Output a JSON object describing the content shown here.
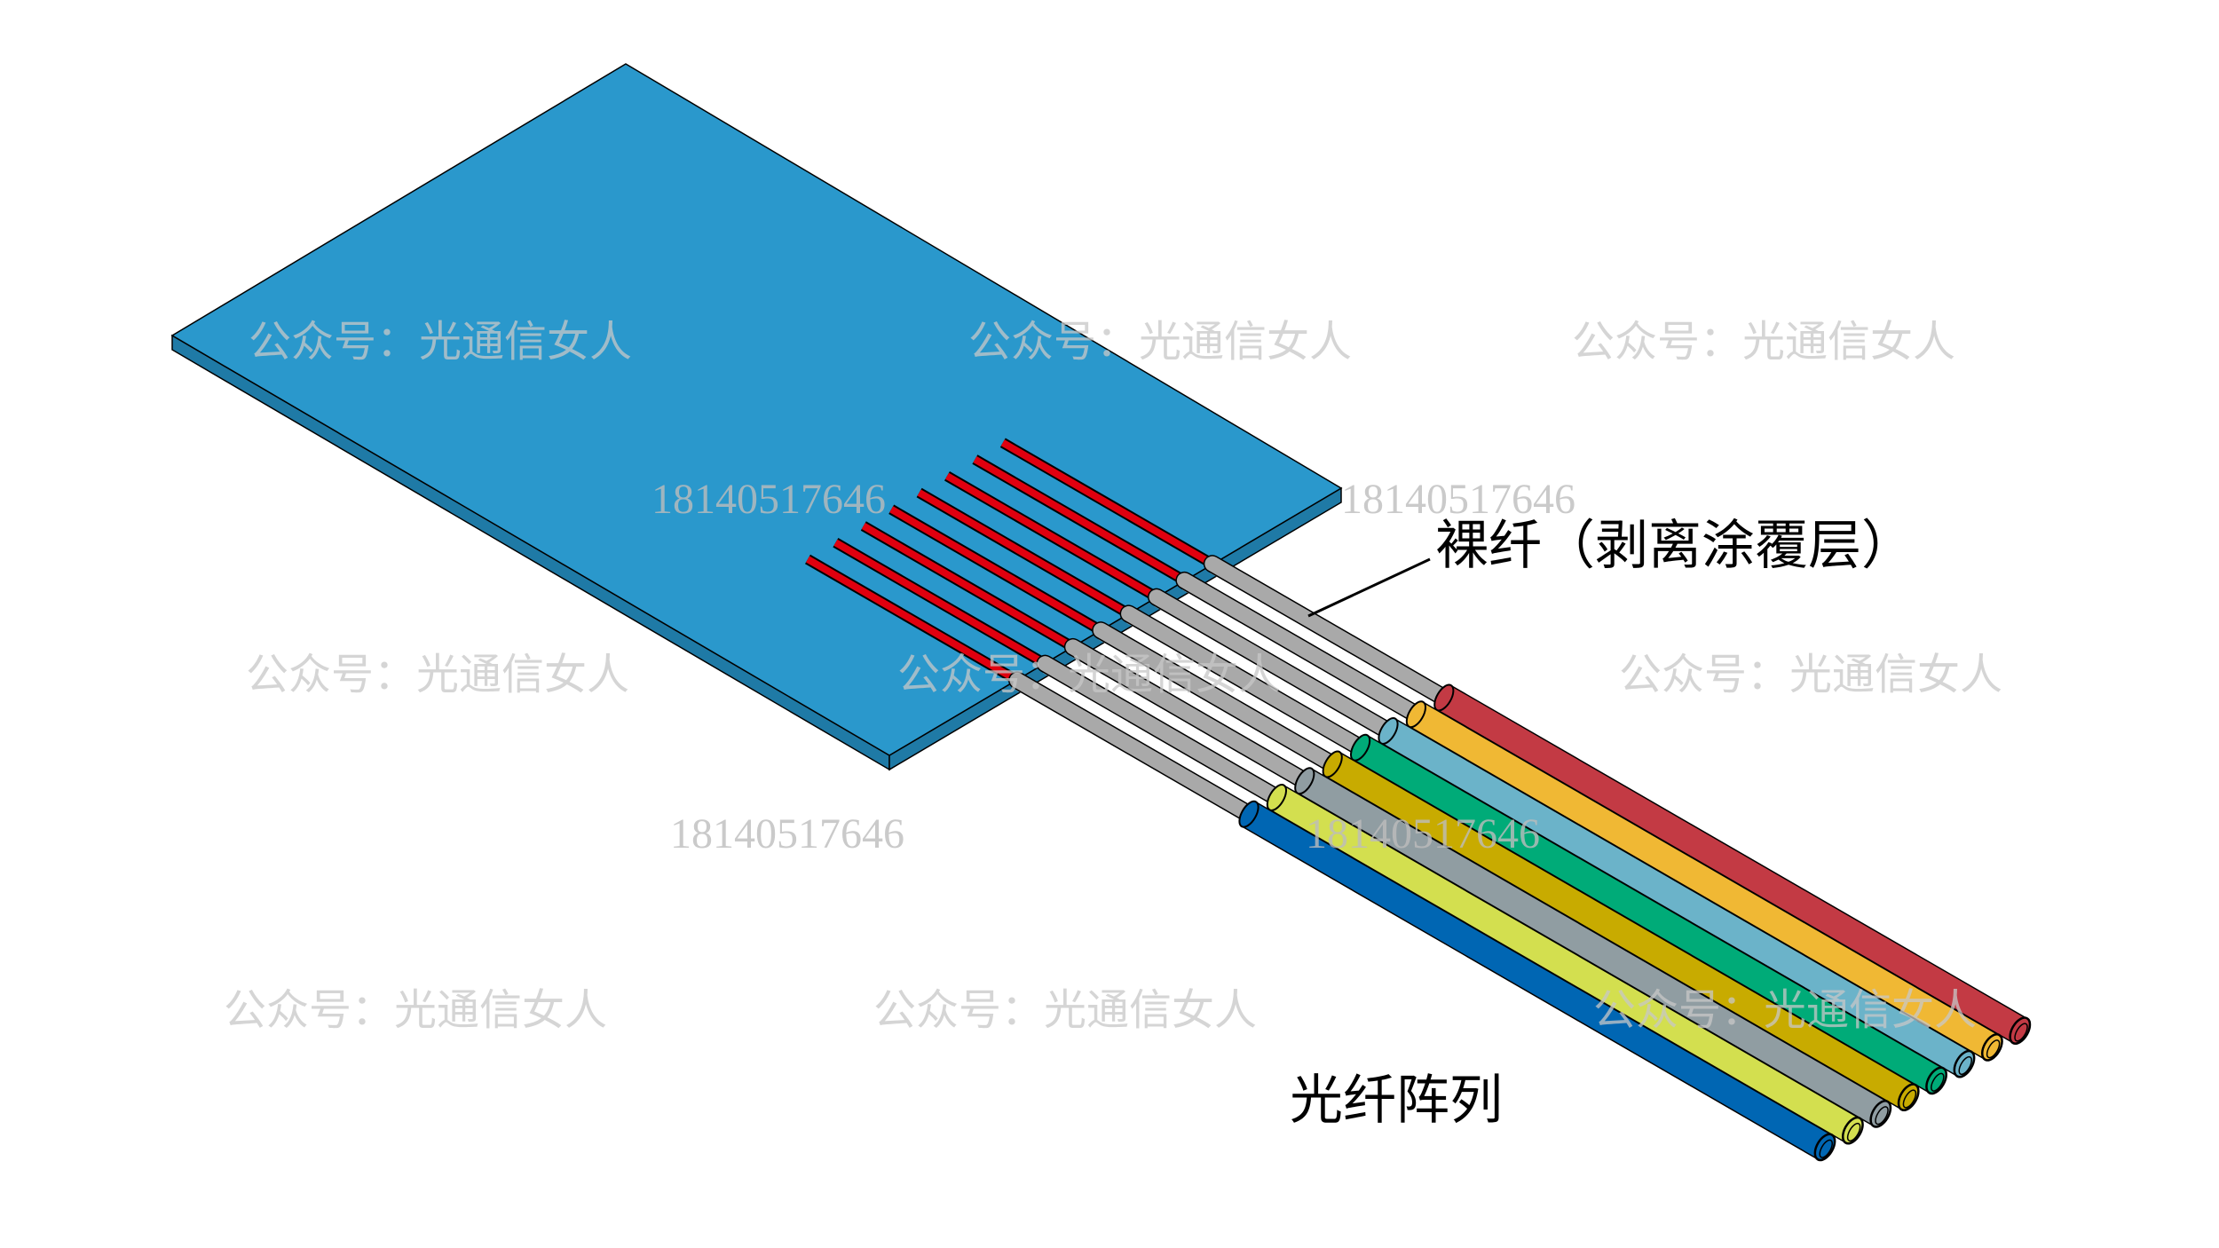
{
  "labels": {
    "bare_fiber": "裸纤（剥离涂覆层）",
    "fiber_array": "光纤阵列"
  },
  "watermarks": {
    "account": "公众号：光通信女人",
    "phone": "18140517646"
  },
  "colors": {
    "plate_top": "#2a98cc",
    "plate_side": "#1f7aa6",
    "stripe": "#e0000f",
    "bare_fiber": "#a9a9a9",
    "cables": [
      "#0066b3",
      "#d3df4f",
      "#909da2",
      "#c8ab00",
      "#00ab78",
      "#6bb3c9",
      "#f0b834",
      "#c33a44"
    ]
  },
  "fiber_count": 8
}
